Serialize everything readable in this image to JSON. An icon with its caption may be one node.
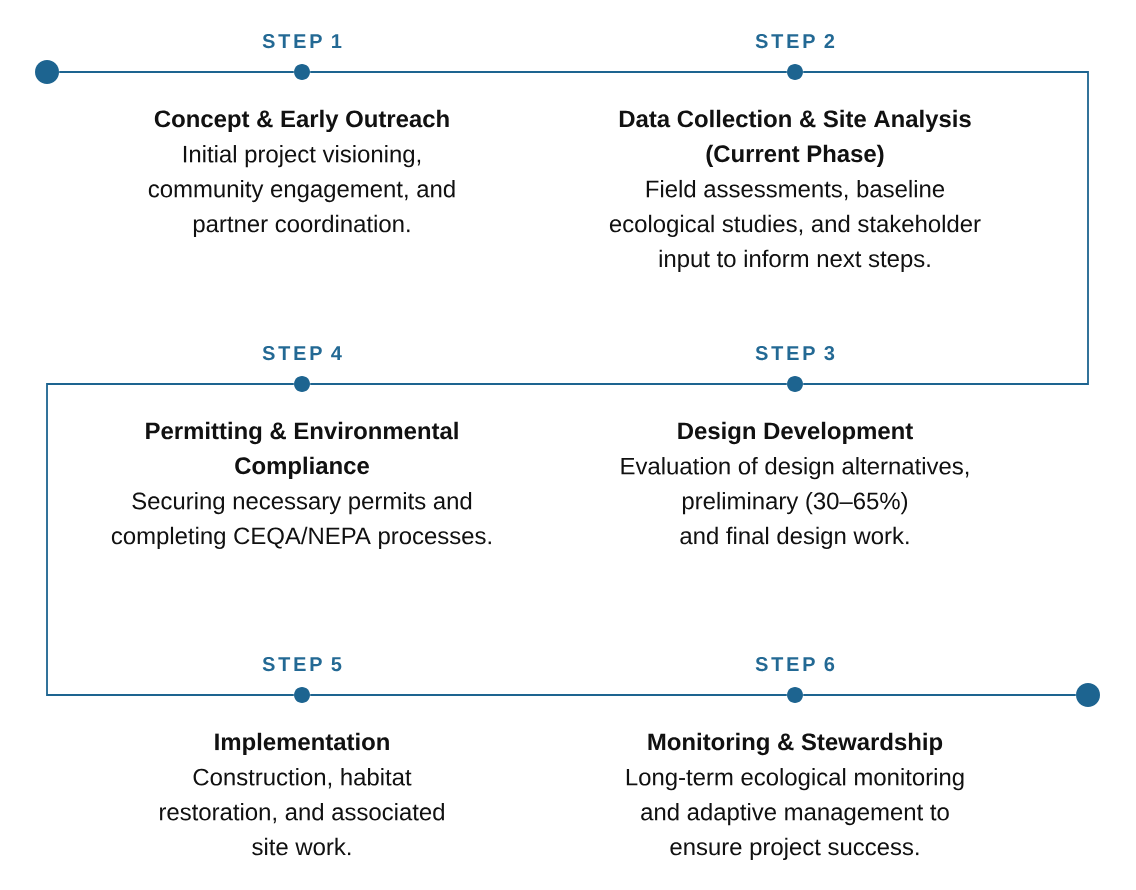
{
  "diagram": {
    "nodes": [
      {
        "text": [],
        "shape": "circle"
      },
      {
        "text": [],
        "shape": "circle",
        "beside": [
          "STEP 1",
          "Concept & Early Outreach",
          "Initial project visioning, community engagement, and partner coordination."
        ]
      },
      {
        "text": [],
        "shape": "circle",
        "beside": [
          "STEP 2",
          "Data Collection & Site Analysis (Current Phase)",
          "Field assessments, baseline ecological studies, and stakeholder input to inform next steps."
        ]
      },
      {
        "text": [],
        "shape": "circle",
        "beside": [
          "STEP 3",
          "Design Development",
          "Evaluation of design alternatives, preliminary (30–65%) and final design work."
        ]
      },
      {
        "text": [],
        "shape": "circle",
        "beside": [
          "STEP 4",
          "Permitting & Environmental Compliance",
          "Securing necessary permits and completing CEQA/NEPA processes."
        ]
      },
      {
        "text": [],
        "shape": "circle",
        "beside": [
          "STEP 5",
          "Implementation",
          "Construction, habitat restoration, and associated site work."
        ]
      },
      {
        "text": [],
        "shape": "circle",
        "beside": [
          "STEP 6",
          "Monitoring & Stewardship",
          "Long-term ecological monitoring and adaptive management to ensure project success."
        ]
      },
      {
        "text": [],
        "shape": "circle"
      }
    ],
    "edges": [
      {
        "from": 0,
        "to": 1,
        "arrow": "none"
      },
      {
        "from": 1,
        "to": 2,
        "arrow": "none"
      },
      {
        "from": 2,
        "to": 3,
        "arrow": "none"
      },
      {
        "from": 3,
        "to": 4,
        "arrow": "none"
      },
      {
        "from": 4,
        "to": 5,
        "arrow": "none"
      },
      {
        "from": 5,
        "to": 6,
        "arrow": "none"
      },
      {
        "from": 6,
        "to": 7,
        "arrow": "none"
      }
    ]
  }
}
